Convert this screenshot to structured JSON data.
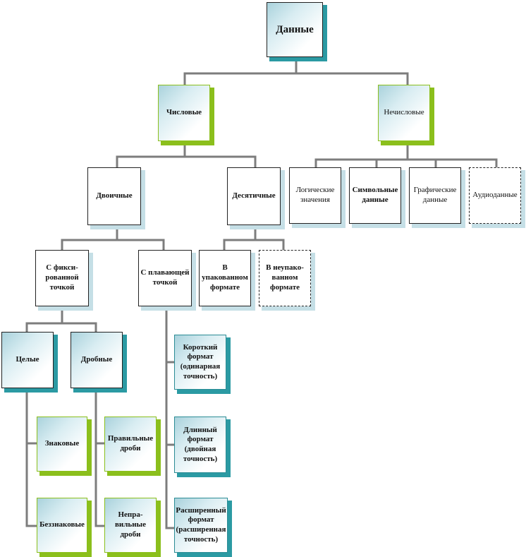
{
  "diagram": {
    "nodes": {
      "root": "Данные",
      "numeric": "Числовые",
      "nonnumeric": "Нечисловые",
      "binary": "Двоичные",
      "decimal": "Десятичные",
      "logical": "Логические значения",
      "symbolic": "Символьные данные",
      "graphic": "Графические данные",
      "audio": "Аудиоданные",
      "fixed": "С фикси-рованной точкой",
      "floating": "С плавающей точкой",
      "packed": "В упакованном формате",
      "unpacked": "В неупако-ванном формате",
      "integers": "Целые",
      "fractions": "Дробные",
      "signed": "Знаковые",
      "unsigned": "Беззнаковые",
      "proper": "Правильные дроби",
      "improper": "Непра-вильные дроби",
      "short": "Короткий формат (одинарная точность)",
      "long": "Длинный формат (двойная точность)",
      "extended": "Расширенный формат (расширенная точность)"
    }
  }
}
